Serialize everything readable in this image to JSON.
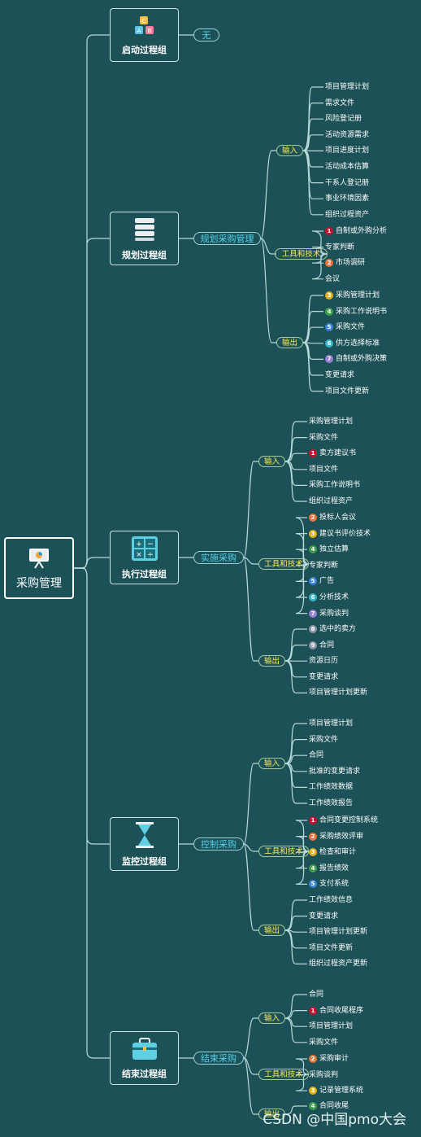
{
  "root": {
    "label": "采购管理",
    "icon": "presentation-board-icon"
  },
  "badge_colors": {
    "1": "#c8102e",
    "2": "#e8763a",
    "3": "#e3b21b",
    "4": "#3fa04b",
    "5": "#3f86d6",
    "6": "#35b7c9",
    "7": "#9b7fd6",
    "8": "#8e97a8",
    "9": "#8e97a8"
  },
  "groups": [
    {
      "label": "启动过程组",
      "icon": "abc-blocks-icon",
      "pill": "无",
      "categories": []
    },
    {
      "label": "规划过程组",
      "icon": "stacked-books-icon",
      "pill": "规划采购管理",
      "categories": [
        {
          "label": "输入",
          "items": [
            {
              "text": "项目管理计划"
            },
            {
              "text": "需求文件"
            },
            {
              "text": "风险登记册"
            },
            {
              "text": "活动资源需求"
            },
            {
              "text": "项目进度计划"
            },
            {
              "text": "活动成本估算"
            },
            {
              "text": "干系人登记册"
            },
            {
              "text": "事业环境因素"
            },
            {
              "text": "组织过程资产"
            }
          ]
        },
        {
          "label": "工具和技术",
          "items": [
            {
              "text": "自制或外购分析",
              "badge": "1"
            },
            {
              "text": "专家判断"
            },
            {
              "text": "市场调研",
              "badge": "2"
            },
            {
              "text": "会议"
            }
          ]
        },
        {
          "label": "输出",
          "items": [
            {
              "text": "采购管理计划",
              "badge": "3"
            },
            {
              "text": "采购工作说明书",
              "badge": "4"
            },
            {
              "text": "采购文件",
              "badge": "5"
            },
            {
              "text": "供方选择标准",
              "badge": "6"
            },
            {
              "text": "自制或外购决策",
              "badge": "7"
            },
            {
              "text": "变更请求"
            },
            {
              "text": "项目文件更新"
            }
          ]
        }
      ]
    },
    {
      "label": "执行过程组",
      "icon": "calculator-icon",
      "pill": "实施采购",
      "categories": [
        {
          "label": "输入",
          "items": [
            {
              "text": "采购管理计划"
            },
            {
              "text": "采购文件"
            },
            {
              "text": "卖方建议书",
              "badge": "1"
            },
            {
              "text": "项目文件"
            },
            {
              "text": "采购工作说明书"
            },
            {
              "text": "组织过程资产"
            }
          ]
        },
        {
          "label": "工具和技术",
          "items": [
            {
              "text": "投标人会议",
              "badge": "2"
            },
            {
              "text": "建议书评价技术",
              "badge": "3"
            },
            {
              "text": "独立估算",
              "badge": "4"
            },
            {
              "text": "专家判断"
            },
            {
              "text": "广告",
              "badge": "5"
            },
            {
              "text": "分析技术",
              "badge": "6"
            },
            {
              "text": "采购谈判",
              "badge": "7"
            }
          ]
        },
        {
          "label": "输出",
          "items": [
            {
              "text": "选中的卖方",
              "badge": "8"
            },
            {
              "text": "合同",
              "badge": "9"
            },
            {
              "text": "资源日历"
            },
            {
              "text": "变更请求"
            },
            {
              "text": "项目管理计划更新"
            }
          ]
        }
      ]
    },
    {
      "label": "监控过程组",
      "icon": "hourglass-icon",
      "pill": "控制采购",
      "categories": [
        {
          "label": "输入",
          "items": [
            {
              "text": "项目管理计划"
            },
            {
              "text": "采购文件"
            },
            {
              "text": "合同"
            },
            {
              "text": "批准的变更请求"
            },
            {
              "text": "工作绩效数据"
            },
            {
              "text": "工作绩效报告"
            }
          ]
        },
        {
          "label": "工具和技术",
          "items": [
            {
              "text": "合同变更控制系统",
              "badge": "1"
            },
            {
              "text": "采购绩效评审",
              "badge": "2"
            },
            {
              "text": "检查和审计",
              "badge": "3"
            },
            {
              "text": "报告绩效",
              "badge": "4"
            },
            {
              "text": "支付系统",
              "badge": "5"
            }
          ]
        },
        {
          "label": "输出",
          "items": [
            {
              "text": "工作绩效信息"
            },
            {
              "text": "变更请求"
            },
            {
              "text": "项目管理计划更新"
            },
            {
              "text": "项目文件更新"
            },
            {
              "text": "组织过程资产更新"
            }
          ]
        }
      ]
    },
    {
      "label": "结束过程组",
      "icon": "toolbox-icon",
      "pill": "结束采购",
      "categories": [
        {
          "label": "输入",
          "items": [
            {
              "text": "合同"
            },
            {
              "text": "合同收尾程序",
              "badge": "1"
            },
            {
              "text": "项目管理计划"
            },
            {
              "text": "采购文件"
            }
          ]
        },
        {
          "label": "工具和技术",
          "items": [
            {
              "text": "采购审计",
              "badge": "2"
            },
            {
              "text": "采购谈判"
            },
            {
              "text": "记录管理系统",
              "badge": "3"
            }
          ]
        },
        {
          "label": "输出",
          "items": [
            {
              "text": "合同收尾",
              "badge": "4"
            }
          ]
        }
      ]
    }
  ],
  "watermark": "CSDN @中国pmo大会"
}
